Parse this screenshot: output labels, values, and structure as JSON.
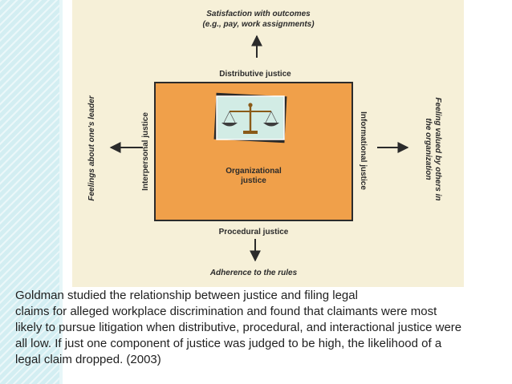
{
  "diagram": {
    "top_outcome_line1": "Satisfaction with outcomes",
    "top_outcome_line2": "(e.g., pay, work assignments)",
    "distributive": "Distributive justice",
    "procedural": "Procedural justice",
    "bottom_outcome": "Adherence to the rules",
    "interpersonal": "Interpersonal justice",
    "informational": "Informational justice",
    "left_outcome": "Feelings about one's leader",
    "right_outcome_line1": "Feeling valued by others in",
    "right_outcome_line2": "the organization",
    "center_line1": "Organizational",
    "center_line2": "justice",
    "center_icon": "scales-of-justice-icon"
  },
  "caption": {
    "line1": "Goldman studied the relationship between justice and filing legal",
    "line2": "claims for alleged workplace discrimination and found that claimants were most",
    "line3": "likely to pursue litigation when distributive, procedural, and interactional justice were",
    "line4": "all low. If just one component of justice was judged to be high, the likelihood of a",
    "line5": "legal claim dropped. (2003)"
  },
  "colors": {
    "figure_background": "#f6f0d8",
    "center_box": "#f0a04a",
    "outline": "#2b2b2b",
    "stripe": "#d3eef2"
  }
}
